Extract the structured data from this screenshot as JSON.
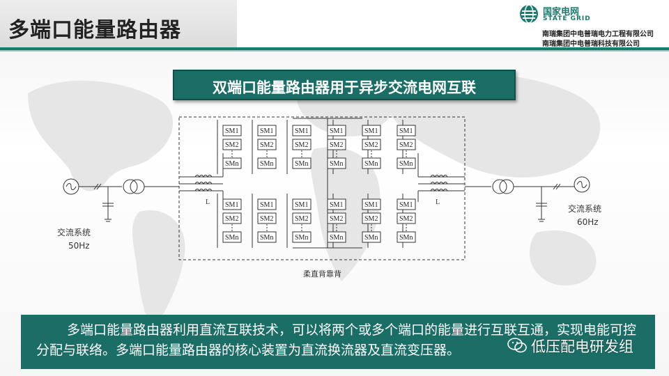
{
  "header": {
    "title": "多端口能量路由器",
    "brand_cn": "国家电网",
    "brand_en": "STATE GRID",
    "company_1": "南瑞集团中电普瑞电力工程有限公司",
    "company_2": "南瑞集团中电普瑞科技有限公司"
  },
  "subtitle": "双端口能量路由器用于异步交流电网互联",
  "diagram": {
    "left_system_label": "交流系统",
    "left_freq": "50Hz",
    "right_system_label": "交流系统",
    "right_freq": "60Hz",
    "inductor_label": "L",
    "box_label": "柔直背靠背",
    "module_labels": [
      "SM1",
      "SM2",
      "SMn"
    ]
  },
  "caption": "多端口能量路由器利用直流互联技术，可以将两个或多个端口的能量进行互联互通，实现电能可控分配与联络。多端口能量路由器的核心装置为直流换流器及直流变压器。",
  "watermark": "低压配电研发组",
  "colors": {
    "primary": "#1a6e66",
    "title_text": "#222222",
    "caption_text": "#ffffff"
  }
}
